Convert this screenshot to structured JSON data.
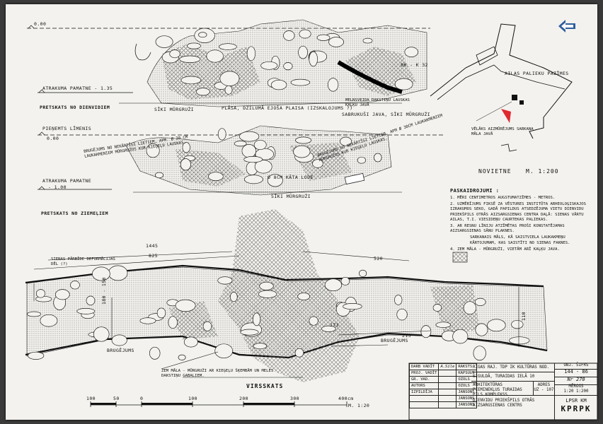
{
  "labels": {
    "level_zero_top": "0.00",
    "foundation_top": "ATRAKUMA PAMATNE - 1.35",
    "south_view": "PRETSKATS NO DIENVIDIEM",
    "small_stones_top": "SĪKI MŪRGRUŽI",
    "plaster_layer": "PLĀSA, DZILUMĀ EJOŠA PLAISA (IZSKALOJUMS ?)",
    "black_limestone": "MELNSVEIDA DAKSTIŅU LAUSKAS KAĻĶU JAVĀ",
    "sand_mortar": "SABRUKUŠI JAVA, SĪKI MŪRGRUŽI",
    "bk_mark": "BK - K 32",
    "interior_level": "PIEŅEMTS LĪMENIS",
    "interior_zero": "0.00",
    "cut_left": "BRUGĒJUMS NO NEKĀRTĪGI LIETIEM, APM. Ø 30 CM LAUKAKMENIEM MŪRGRUŽOS KUR KIEĢEĻU LAUSKAS.",
    "cut_right": "BRUGĒJUMS NO NEKĀRTĪGI LIETIEM, APM Ø 30CM LAUKAKMENIEM MŪRGRUŽOS KUR KIEĢEĻU LAUSKAS.",
    "foundation_mid": "ATRAKUMA PAMATNE",
    "foundation_mid_val": "- 1.00",
    "boulder_note": "Ø 8CM KĀTA LODE",
    "small_stones_mid": "SĪKI MŪRGRUŽI",
    "north_view": "PRETSKATS NO ZIEMEĻIEM",
    "deformation": "SIENAS PĀRBĪDE DEFORMĀCIJAS DĒL (?)",
    "dim_1445": "1445",
    "dim_825": "825",
    "dim_520": "520",
    "dim_180": "180 - 150",
    "dim_110": "110",
    "dim_173": "173",
    "dim_215": "215",
    "paving_left": "BRUGĒJUMS",
    "paving_right": "BRUGĒJUMS",
    "bottom_note": "ZEM MĀLA - MŪRGRUŽI AR KIEĢEĻU ŠĶEMBĀM UN MELES DAKSTIŅU GABALIEM.",
    "top_view": "VIRSSKATS",
    "scale_main": "M. 1:20"
  },
  "scale_ticks": [
    "100",
    "50",
    "0",
    "100",
    "200",
    "300",
    "400cm"
  ],
  "site_plan": {
    "wall_label": "AILAS PALIEKU PAZĪMES",
    "later_wall": "VĒLĀKS AIZMŪRĒJUMS SARKANA MĀLA JAVĀ",
    "title": "NOVIETNE",
    "scale": "M. 1:200"
  },
  "legend": {
    "title": "PASKAIDROJUMI :",
    "items": [
      "1. MĒRI CENTIMETROS AUGSTUMATZĪMES - METROS.",
      "2. UZMĒRĪJUMS FIKSĒ ZA VĒSTURES INSTITŪTA ARHEOLOĢISKAJOS IZRAKUMOS SEKO, GADĀ PAPILDUS ATSEDZĒJUMA VIETU DIENVIDU PRIEKŠPILS OTRĀS AIZSARGSIENAS CENTRA DAĻĀ: SIENAS VĀRTU AILAS, T.I. VIESIDEŅU CAURTEKAS PALIEKAS.",
      "3. AR RESNU LĪNIJU ATZĪMĒTAS PROŠI KONSTATĒJAMAS AIZSARGSIENAS SĀNU PLAKNES.",
      "SARKANAIS MĀLS, KĀ SAISTVIELA LAUKAKMEŅU KĀRTOJUMAM, KAS SAISTĪTI NO SIENAS FAKNES.",
      "4. ZEM MĀLA - MŪRGRUŽI, VIETĀM ARĪ KAĻĶU JAVA."
    ]
  },
  "title_block": {
    "left_rows": [
      [
        "DARB VADĪT",
        "A.Sīle",
        "RAKSTS"
      ],
      [
        "PROJ. VADĪT",
        "",
        "KAPSULS"
      ],
      [
        "GR. VAD.",
        "",
        "OZOLS"
      ],
      [
        "AUTORS",
        "",
        "OZOLS"
      ],
      [
        "IZPILDĪJA",
        "",
        "JANSONS"
      ],
      [
        "",
        "",
        "JANSONS"
      ],
      [
        "",
        "",
        "JANSONS"
      ]
    ],
    "org": "RĪGAS RAJ. TDP IK KULTŪRAS NOD.",
    "site": "SIGULDĀ, TURAIDAS IELĀ 10",
    "complex": "ARHITEKTŪRAS PIEMINEKĻUS TURAIDAS PILS KOMPLEKSS",
    "drawing": "DIENVIDU PRIEKŠPILS OTRĀS AIZSARGSIENAS CENTRS",
    "obj_label": "OBJ. ŠIFRS",
    "obj_code": "144 - 86",
    "sheet_no": "Nr 270",
    "phase_label": "ADRES",
    "phase_code": "UZ - 107",
    "scale_label": "MĒROGS",
    "scale_val": "1:20 1:200",
    "institute": "LPSR KM",
    "stamp": "KPRPK"
  },
  "colors": {
    "paper": "#f3f2ee",
    "ink": "#111111",
    "red_marker": "#e0282f",
    "arrow_blue": "#2f5f9e"
  },
  "icons": {
    "north_arrow": "left-arrow-icon"
  }
}
